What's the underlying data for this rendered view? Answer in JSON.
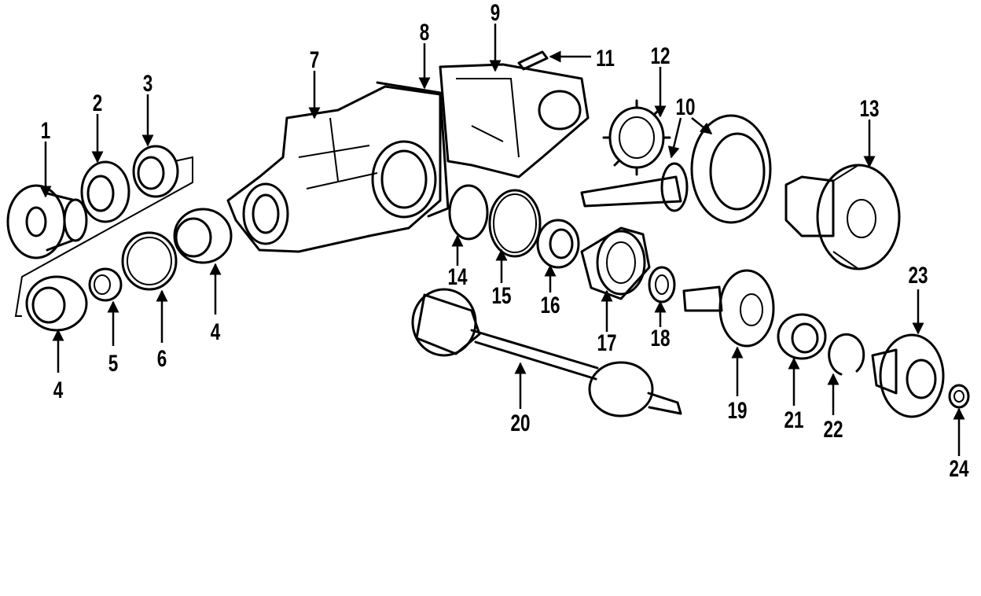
{
  "diagram": {
    "labels": [
      "1",
      "2",
      "3",
      "4",
      "5",
      "6",
      "4",
      "7",
      "8",
      "9",
      "11",
      "12",
      "10",
      "13",
      "14",
      "15",
      "16",
      "17",
      "18",
      "20",
      "19",
      "21",
      "22",
      "23",
      "24"
    ]
  }
}
